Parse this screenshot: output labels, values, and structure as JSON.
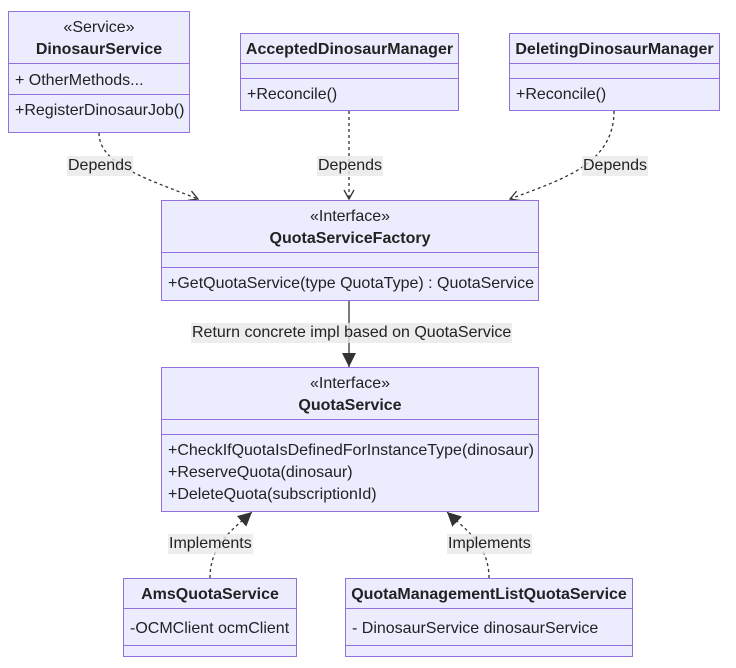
{
  "classes": {
    "dinosaur_service": {
      "stereotype": "«Service»",
      "name": "DinosaurService",
      "attributes": [
        "+ OtherMethods..."
      ],
      "methods": [
        "+RegisterDinosaurJob()"
      ]
    },
    "accepted_manager": {
      "name": "AcceptedDinosaurManager",
      "attributes": [],
      "methods": [
        "+Reconcile()"
      ]
    },
    "deleting_manager": {
      "name": "DeletingDinosaurManager",
      "attributes": [],
      "methods": [
        "+Reconcile()"
      ]
    },
    "quota_service_factory": {
      "stereotype": "«Interface»",
      "name": "QuotaServiceFactory",
      "attributes": [],
      "methods": [
        "+GetQuotaService(type QuotaType) : QuotaService"
      ]
    },
    "quota_service": {
      "stereotype": "«Interface»",
      "name": "QuotaService",
      "attributes": [],
      "methods": [
        "+CheckIfQuotaIsDefinedForInstanceType(dinosaur)",
        "+ReserveQuota(dinosaur)",
        "+DeleteQuota(subscriptionId)"
      ]
    },
    "ams_quota_service": {
      "name": "AmsQuotaService",
      "attributes": [
        "-OCMClient ocmClient"
      ],
      "methods": []
    },
    "quota_management_list_service": {
      "name": "QuotaManagementListQuotaService",
      "attributes": [
        "- DinosaurService dinosaurService"
      ],
      "methods": []
    }
  },
  "edges": {
    "depends_1": "Depends",
    "depends_2": "Depends",
    "depends_3": "Depends",
    "factory_return": "Return concrete impl based on QuotaService",
    "implements_1": "Implements",
    "implements_2": "Implements"
  },
  "colors": {
    "node_fill": "#ececff",
    "node_border": "#9370db",
    "edge": "#333333",
    "label_bg": "#e8e8e8"
  }
}
